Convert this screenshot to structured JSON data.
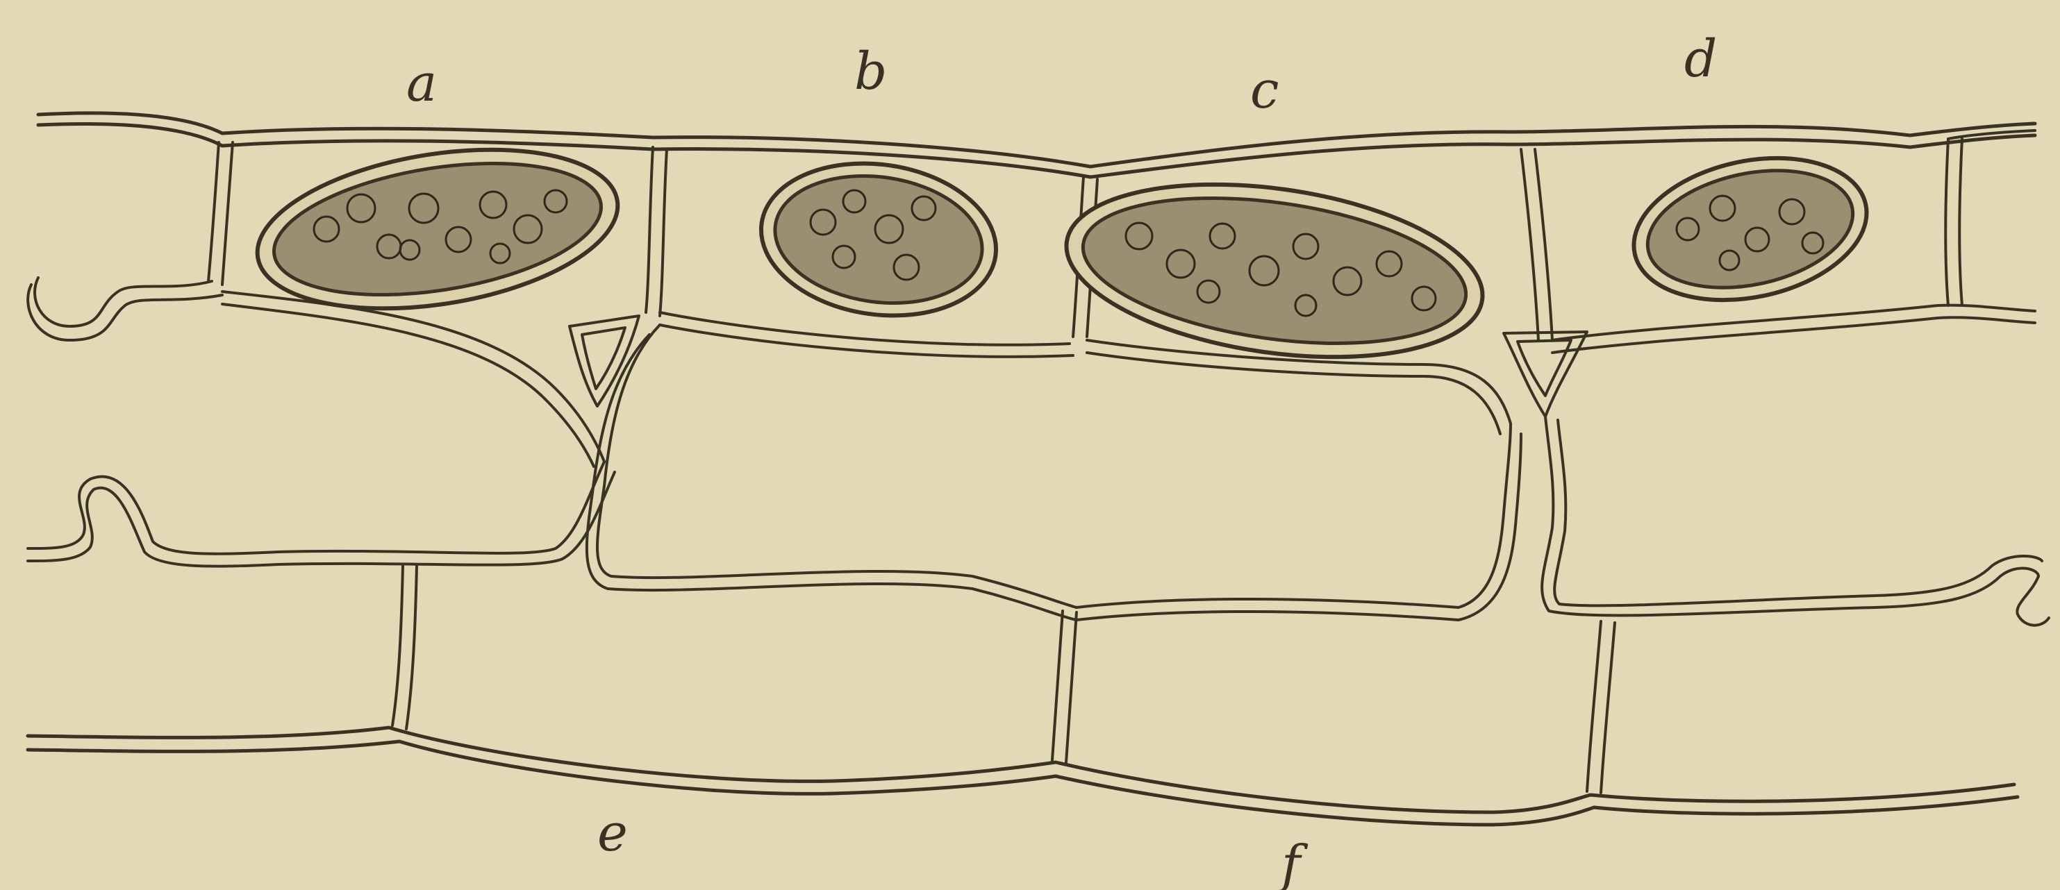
{
  "figure": {
    "labels": {
      "a_left": "a",
      "b": "b",
      "c": "c",
      "d": "d",
      "e": "e",
      "f": "f"
    },
    "colors": {
      "paper": "#e2d9b7",
      "ink": "#3b3224",
      "granule_fill": "#9a8f70"
    }
  }
}
